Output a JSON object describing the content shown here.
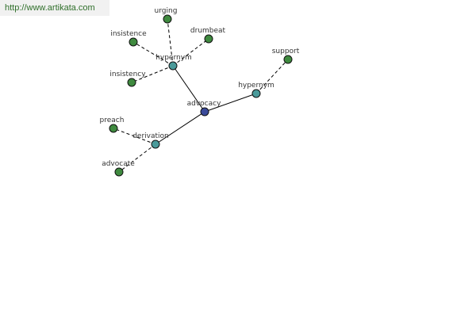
{
  "watermark": {
    "text": "http://www.artikata.com"
  },
  "colors": {
    "center_node": "#3a4a9a",
    "relation_node": "#4a9a9a",
    "word_node": "#3f8a3f",
    "edge": "#000000"
  },
  "graph": {
    "center": {
      "label": "advocacy"
    },
    "relations": [
      {
        "label": "hypernym",
        "words": [
          "urging",
          "drumbeat",
          "insistence",
          "insistency"
        ]
      },
      {
        "label": "hypernym",
        "words": [
          "support"
        ]
      },
      {
        "label": "derivation",
        "words": [
          "preach",
          "advocate"
        ]
      }
    ]
  }
}
